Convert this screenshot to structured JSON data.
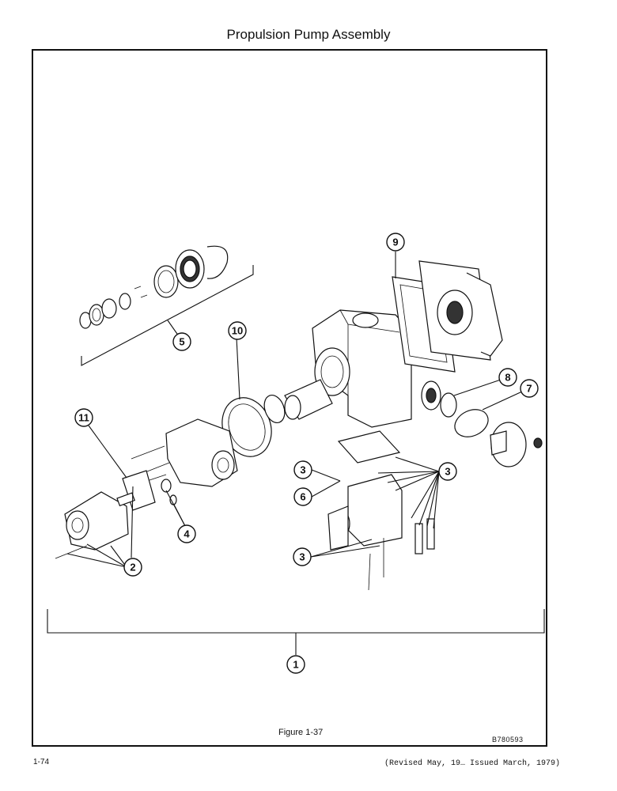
{
  "header": {
    "title": "Propulsion Pump Assembly"
  },
  "figure": {
    "caption": "Figure 1-37",
    "code": "B780593",
    "callouts": [
      "1",
      "2",
      "3",
      "3",
      "3",
      "4",
      "5",
      "6",
      "7",
      "8",
      "9",
      "10",
      "11"
    ]
  },
  "footer": {
    "page_number": "1-74",
    "revision": "(Revised May, 19",
    "issued": "Issued March, 1979)"
  }
}
